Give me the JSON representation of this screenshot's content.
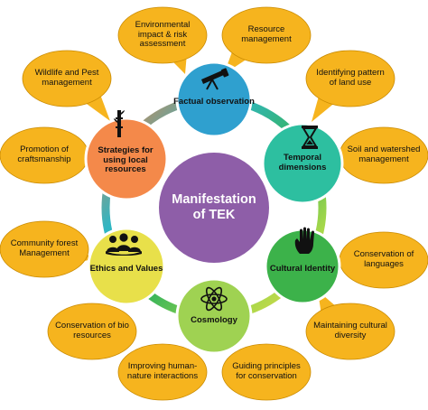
{
  "center": {
    "label": "Manifestation of TEK",
    "color": "#8e5ea8"
  },
  "ring_gradient": [
    "#f47c3c",
    "#2fb6c4",
    "#37b45a",
    "#a7d84a",
    "#f0d84a"
  ],
  "leaf_color": "#f6b41e",
  "nodes": [
    {
      "label": "Factual observation",
      "color": "#2fa0cf",
      "icon": "telescope-icon"
    },
    {
      "label": "Temporal dimensions",
      "color": "#2dbfa0",
      "icon": "hourglass-icon"
    },
    {
      "label": "Cultural Identity",
      "color": "#3cb24a",
      "icon": "hand-icon"
    },
    {
      "label": "Cosmology",
      "color": "#9fd252",
      "icon": "atom-icon"
    },
    {
      "label": "Ethics and Values",
      "color": "#e8e04a",
      "icon": "community-icon"
    },
    {
      "label": "Strategies for using local resources",
      "color": "#f4894a",
      "icon": "bamboo-icon"
    }
  ],
  "leaves": [
    "Environmental impact & risk assessment",
    "Resource management",
    "Identifying pattern of land use",
    "Soil and watershed management",
    "Conservation of languages",
    "Maintaining cultural diversity",
    "Guiding principles for conservation",
    "Improving human-nature interactions",
    "Conservation of bio resources",
    "Community forest Management",
    "Promotion of craftsmanship",
    "Wildlife and Pest management"
  ]
}
